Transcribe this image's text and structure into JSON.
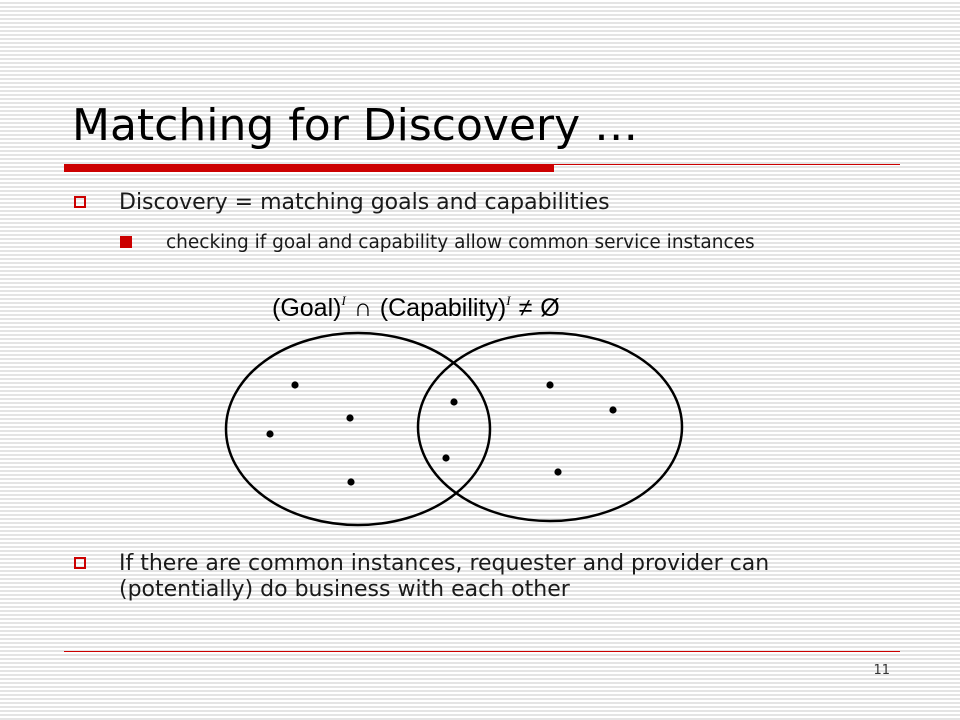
{
  "slide": {
    "title": "Matching for Discovery …",
    "bullets": [
      {
        "text": "Discovery = matching goals and capabilities",
        "sub": [
          "checking if goal and capability allow common service instances"
        ]
      },
      {
        "text": "If there are common instances, requester and provider can (potentially) do business with each other"
      }
    ],
    "formula": {
      "left": "(Goal)",
      "left_sup": "I",
      "intersect": "∩",
      "right": "(Capability)",
      "right_sup": "I",
      "not_equal": "≠",
      "empty_set": "Ø"
    },
    "page_number": "11"
  },
  "colors": {
    "accent": "#cc0000",
    "text": "#1a1a1a",
    "background": "#f4f4f4"
  },
  "icons": {
    "level1_bullet": "hollow-square-icon",
    "level2_bullet": "filled-square-icon"
  }
}
